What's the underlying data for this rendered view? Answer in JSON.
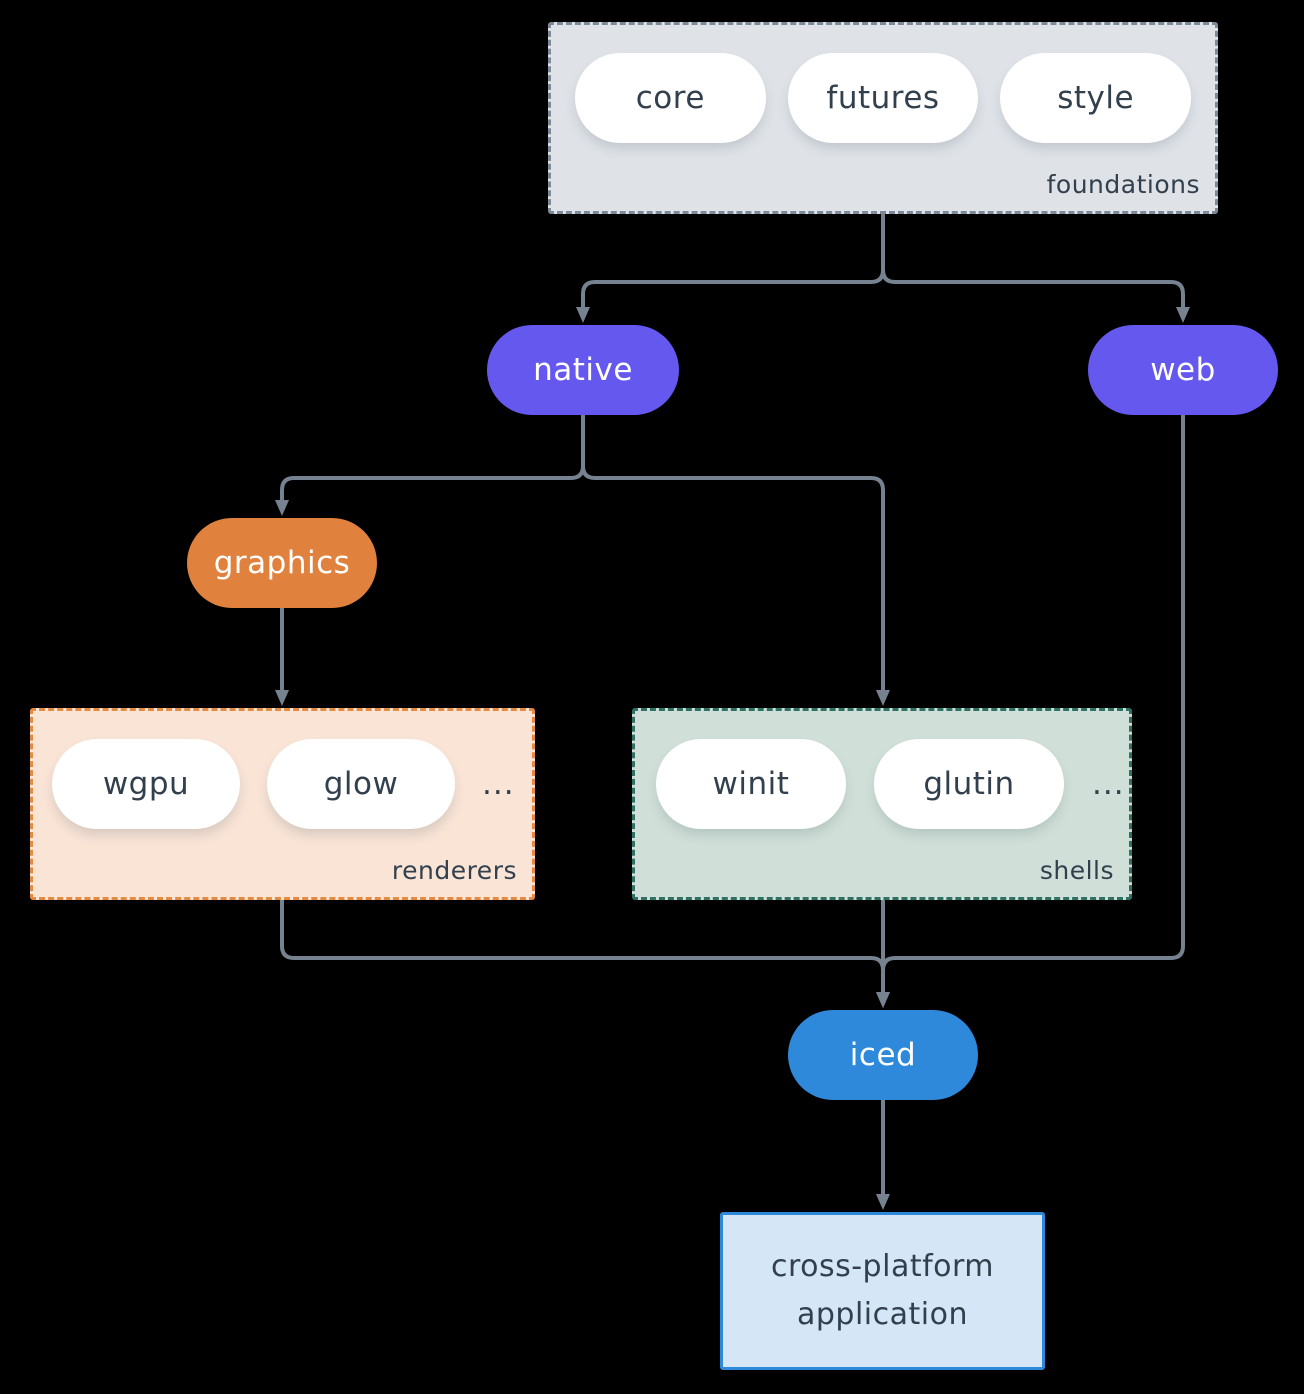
{
  "colors": {
    "background": "#000000",
    "line": "#76828F",
    "purple": "#6558EE",
    "orange": "#E0813D",
    "blue": "#2E89DB",
    "foundations_fill": "#DFE3E8",
    "foundations_border": "#7D8A99",
    "renderers_fill": "#F9E4D6",
    "renderers_border": "#E58A42",
    "shells_fill": "#D0E0D8",
    "shells_border": "#2E7265",
    "app_fill": "#D5E6F6",
    "app_border": "#2E89DB",
    "pill_fill": "#FFFFFF",
    "dark_text": "#32404E",
    "light_text": "#FFFFFF"
  },
  "diagram": {
    "foundations": {
      "label": "foundations",
      "pills": [
        "core",
        "futures",
        "style"
      ]
    },
    "native": {
      "label": "native"
    },
    "web": {
      "label": "web"
    },
    "graphics": {
      "label": "graphics"
    },
    "renderers": {
      "label": "renderers",
      "pills": [
        "wgpu",
        "glow"
      ],
      "ellipsis": "..."
    },
    "shells": {
      "label": "shells",
      "pills": [
        "winit",
        "glutin"
      ],
      "ellipsis": "..."
    },
    "iced": {
      "label": "iced"
    },
    "application": {
      "label_line1": "cross-platform",
      "label_line2": "application"
    }
  }
}
